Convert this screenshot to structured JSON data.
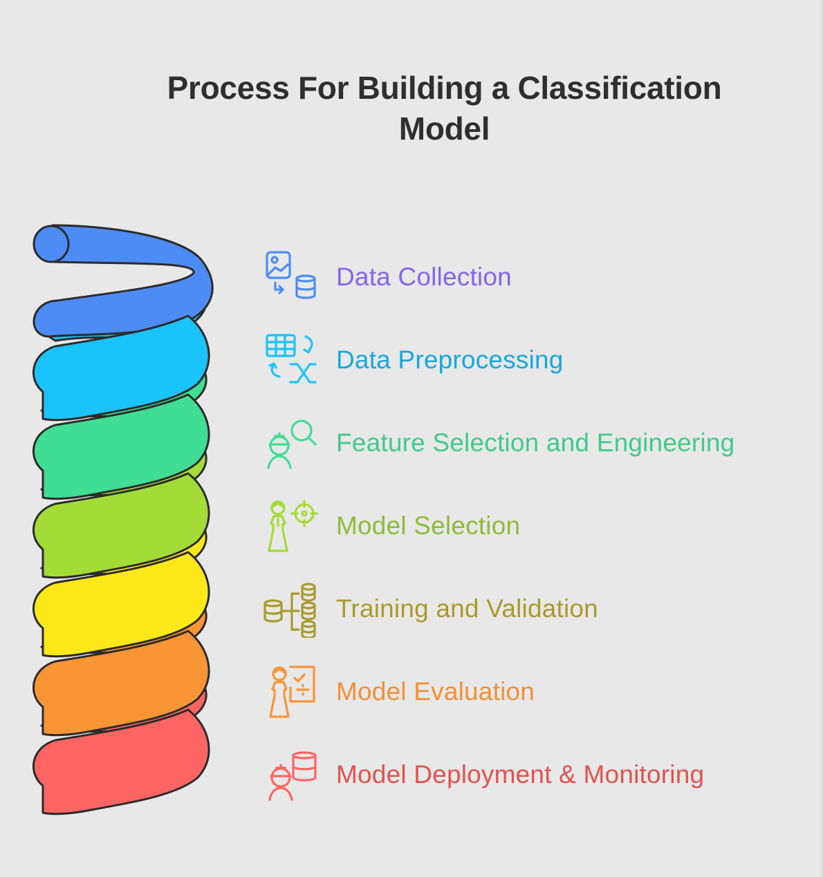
{
  "title": "Process For Building a Classification Model",
  "steps": [
    {
      "label": "Data Collection",
      "color": "#8066ee",
      "fill": "#4d8cf5",
      "icon": "image-database-icon"
    },
    {
      "label": "Data Preprocessing",
      "color": "#19a6dd",
      "fill": "#1bc3fb",
      "icon": "table-transform-icon"
    },
    {
      "label": "Feature Selection and Engineering",
      "color": "#3fcb8b",
      "fill": "#40dd94",
      "icon": "engineer-search-icon"
    },
    {
      "label": "Model Selection",
      "color": "#8cbc3a",
      "fill": "#a3dc37",
      "icon": "person-target-icon"
    },
    {
      "label": "Training and Validation",
      "color": "#a99a2e",
      "fill": "#ffe81a",
      "icon": "database-tree-icon"
    },
    {
      "label": "Model Evaluation",
      "color": "#f28f35",
      "fill": "#f89535",
      "icon": "person-board-icon"
    },
    {
      "label": "Model Deployment & Monitoring",
      "color": "#e0524e",
      "fill": "#ff6563",
      "icon": "worker-database-icon"
    }
  ]
}
